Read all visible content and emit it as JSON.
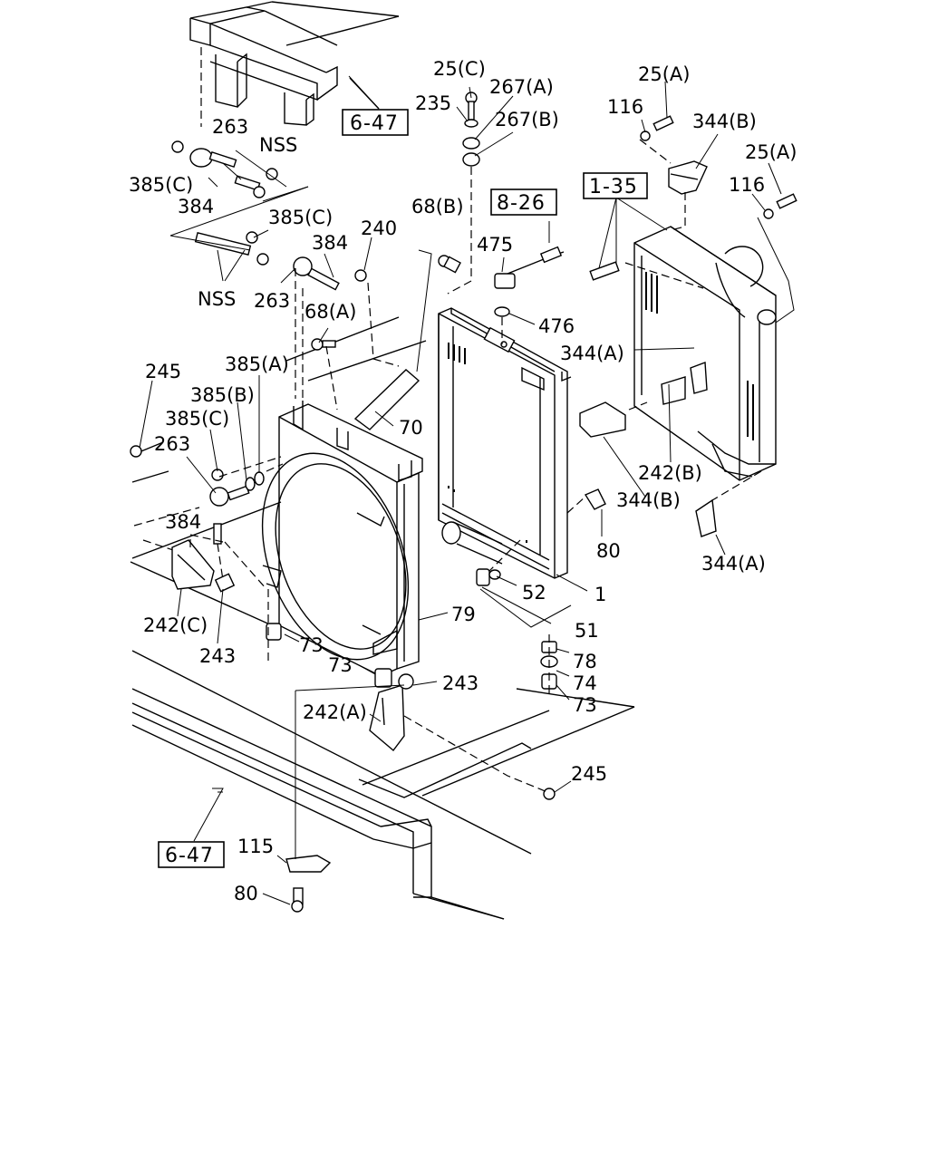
{
  "ref_boxes": [
    {
      "text": "6-47"
    },
    {
      "text": "8-26"
    },
    {
      "text": "1-35"
    },
    {
      "text": "6-47"
    }
  ],
  "labels": [
    "25(C)",
    "267(A)",
    "235",
    "267(B)",
    "25(A)",
    "116",
    "344(B)",
    "25(A)",
    "116",
    "263",
    "NSS",
    "385(C)",
    "384",
    "385(C)",
    "384",
    "240",
    "NSS",
    "263",
    "68(B)",
    "8-26",
    "475",
    "476",
    "68(A)",
    "344(A)",
    "245",
    "385(A)",
    "385(B)",
    "385(C)",
    "263",
    "70",
    "242(B)",
    "344(B)",
    "80",
    "384",
    "344(A)",
    "52",
    "1",
    "79",
    "51",
    "242(C)",
    "73",
    "243",
    "78",
    "73",
    "74",
    "243",
    "73",
    "242(A)",
    "245",
    "115",
    "80"
  ]
}
